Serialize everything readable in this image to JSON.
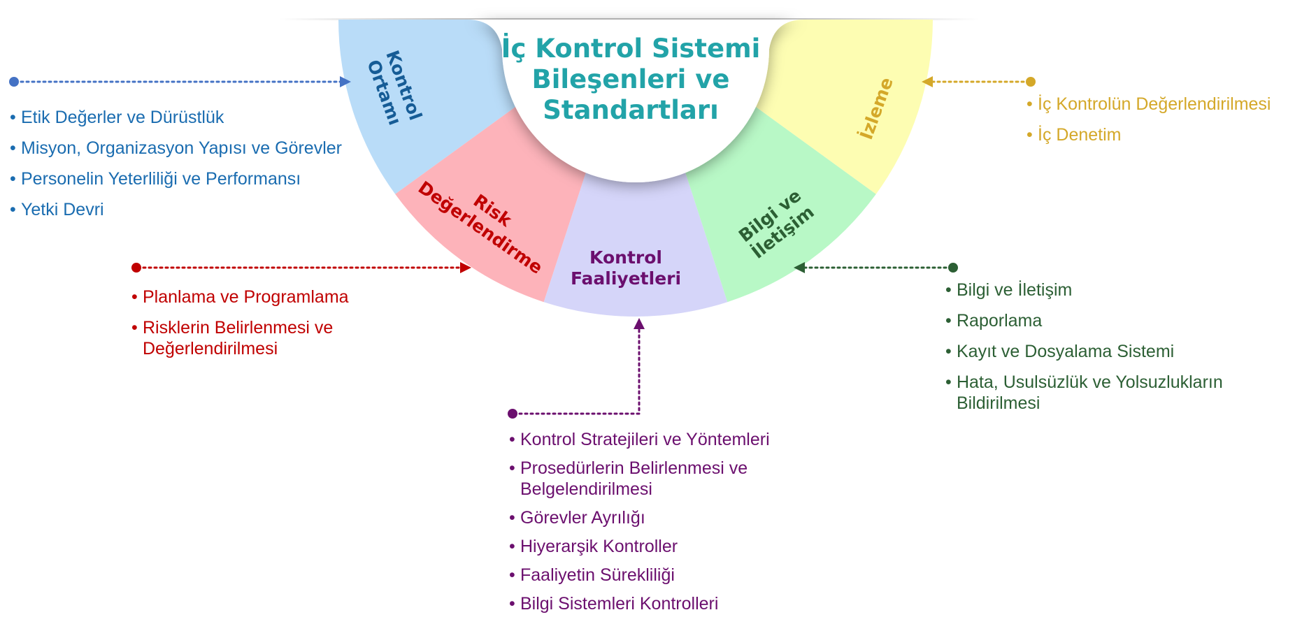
{
  "title": {
    "lines": [
      "İç Kontrol Sistemi",
      "Bileşenleri ve",
      "Standartları"
    ],
    "color": "#22a3a8"
  },
  "segments": [
    {
      "id": "kontrol-ortami",
      "label_lines": [
        "Kontrol",
        "Ortamı"
      ],
      "fill": "#b9dcf8",
      "text_color": "#165c96"
    },
    {
      "id": "risk",
      "label_lines": [
        "Risk",
        "Değerlendirme"
      ],
      "fill": "#fdb3ba",
      "text_color": "#c00000"
    },
    {
      "id": "kontrol-faaliyetleri",
      "label_lines": [
        "Kontrol",
        "Faaliyetleri"
      ],
      "fill": "#d5d5f9",
      "text_color": "#6b0f6e"
    },
    {
      "id": "bilgi-iletisim",
      "label_lines": [
        "Bilgi ve",
        "İletişim"
      ],
      "fill": "#b8f8c6",
      "text_color": "#2c5f34"
    },
    {
      "id": "izleme",
      "label_lines": [
        "İzleme"
      ],
      "fill": "#fdfdb2",
      "text_color": "#d4a829"
    }
  ],
  "lists": {
    "kontrol_ortami": [
      "Etik Değerler ve Dürüstlük",
      "Misyon, Organizasyon Yapısı ve Görevler",
      "Personelin Yeterliliği ve Performansı",
      "Yetki Devri"
    ],
    "risk": [
      "Planlama ve Programlama",
      "Risklerin Belirlenmesi ve Değerlendirilmesi"
    ],
    "kontrol_faaliyetleri": [
      "Kontrol Stratejileri ve Yöntemleri",
      "Prosedürlerin Belirlenmesi ve Belgelendirilmesi",
      "Görevler Ayrılığı",
      "Hiyerarşik Kontroller",
      "Faaliyetin Sürekliliği",
      "Bilgi Sistemleri Kontrolleri"
    ],
    "bilgi_iletisim": [
      "Bilgi ve İletişim",
      "Raporlama",
      "Kayıt ve Dosyalama Sistemi",
      "Hata, Usulsüzlük ve Yolsuzlukların Bildirilmesi"
    ],
    "izleme": [
      "İç Kontrolün Değerlendirilmesi",
      "İç Denetim"
    ]
  },
  "connector_colors": {
    "kontrol_ortami": "#4472c4",
    "risk": "#c00000",
    "kontrol_faaliyetleri": "#6b0f6e",
    "bilgi_iletisim": "#2c5f34",
    "izleme": "#d4a829"
  }
}
